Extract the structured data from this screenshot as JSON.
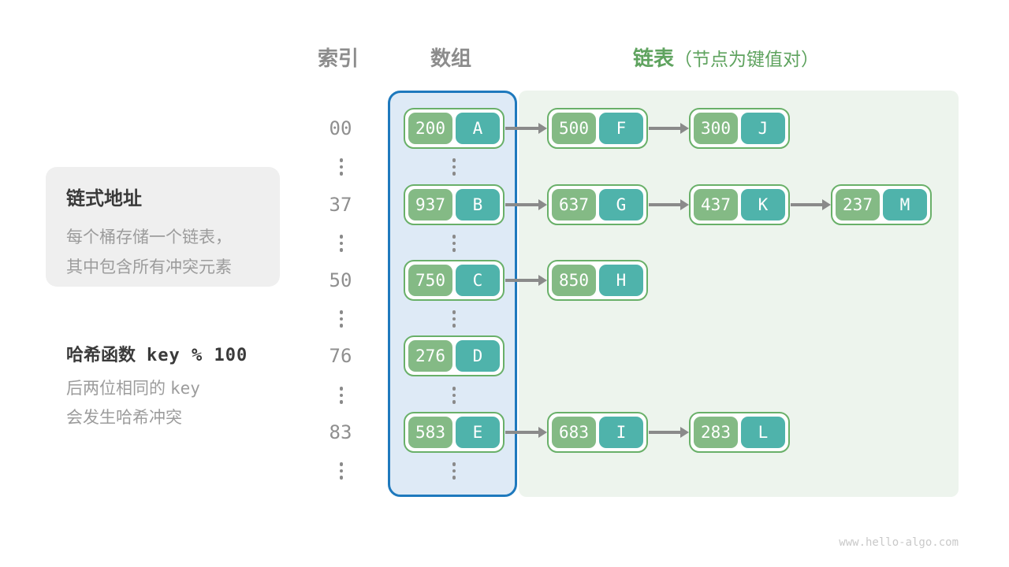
{
  "header": {
    "index_label": "索引",
    "array_label": "数组",
    "list_label": "链表",
    "list_note": "（节点为键值对）"
  },
  "note_box": {
    "title": "链式地址",
    "line1": "每个桶存储一个链表，",
    "line2": "其中包含所有冲突元素"
  },
  "hash_note": {
    "title": "哈希函数",
    "formula": "key % 100",
    "line1_text": "后两位相同的",
    "line1_code": "key",
    "line2": "会发生哈希冲突"
  },
  "hash_table": {
    "rows": [
      {
        "index": "00",
        "bucket": {
          "key": "200",
          "value": "A"
        },
        "chain": [
          {
            "key": "500",
            "value": "F"
          },
          {
            "key": "300",
            "value": "J"
          }
        ]
      },
      {
        "index": "37",
        "bucket": {
          "key": "937",
          "value": "B"
        },
        "chain": [
          {
            "key": "637",
            "value": "G"
          },
          {
            "key": "437",
            "value": "K"
          },
          {
            "key": "237",
            "value": "M"
          }
        ]
      },
      {
        "index": "50",
        "bucket": {
          "key": "750",
          "value": "C"
        },
        "chain": [
          {
            "key": "850",
            "value": "H"
          }
        ]
      },
      {
        "index": "76",
        "bucket": {
          "key": "276",
          "value": "D"
        },
        "chain": []
      },
      {
        "index": "83",
        "bucket": {
          "key": "583",
          "value": "E"
        },
        "chain": [
          {
            "key": "683",
            "value": "I"
          },
          {
            "key": "283",
            "value": "L"
          }
        ]
      }
    ]
  },
  "colors": {
    "key_cell_green": "#84ba85",
    "value_cell_teal": "#4fb3ab",
    "node_border_green": "#69b069",
    "array_bg_blue": "#deeaf6",
    "array_border_blue": "#1e79bd",
    "list_bg_green": "#edf4ed",
    "header_green": "#5fa35f",
    "gray_text": "#8c8c8c"
  },
  "watermark": "www.hello-algo.com"
}
